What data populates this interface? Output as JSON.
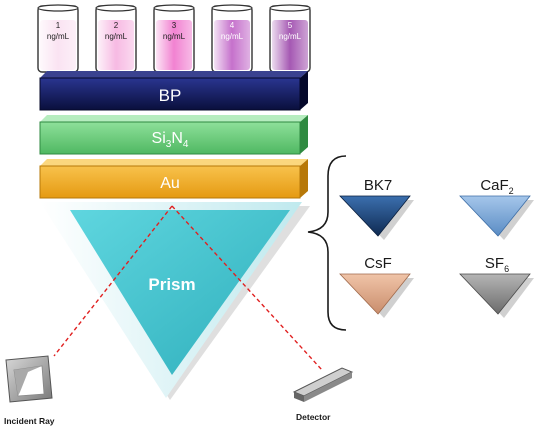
{
  "vials": [
    {
      "number": "1",
      "unit": "ng/mL",
      "color": "#f9dcef"
    },
    {
      "number": "2",
      "unit": "ng/mL",
      "color": "#f5a9dc"
    },
    {
      "number": "3",
      "unit": "ng/mL",
      "color": "#ee63c6"
    },
    {
      "number": "4",
      "unit": "ng/mL",
      "color": "#b74ebf"
    },
    {
      "number": "5",
      "unit": "ng/mL",
      "color": "#8f2fa0"
    }
  ],
  "layers": {
    "bp": {
      "label": "BP",
      "color": "#141a5e"
    },
    "si3n4": {
      "base": "Si",
      "sub1": "3",
      "mid": "N",
      "sub2": "4",
      "color": "#6fcf7d"
    },
    "au": {
      "label": "Au",
      "color": "#f4b02c"
    }
  },
  "prism": {
    "label": "Prism",
    "color": "#3fc6d2"
  },
  "materials": {
    "bk7": {
      "label": "BK7",
      "color": "#1f4a80"
    },
    "caf2": {
      "base": "CaF",
      "sub": "2",
      "color": "#7ba7d6"
    },
    "csf": {
      "label": "CsF",
      "color": "#e0a98a"
    },
    "sf6": {
      "base": "SF",
      "sub": "6",
      "color": "#8c8c8c"
    }
  },
  "labels": {
    "incident": "Incident Ray",
    "detector": "Detector"
  }
}
